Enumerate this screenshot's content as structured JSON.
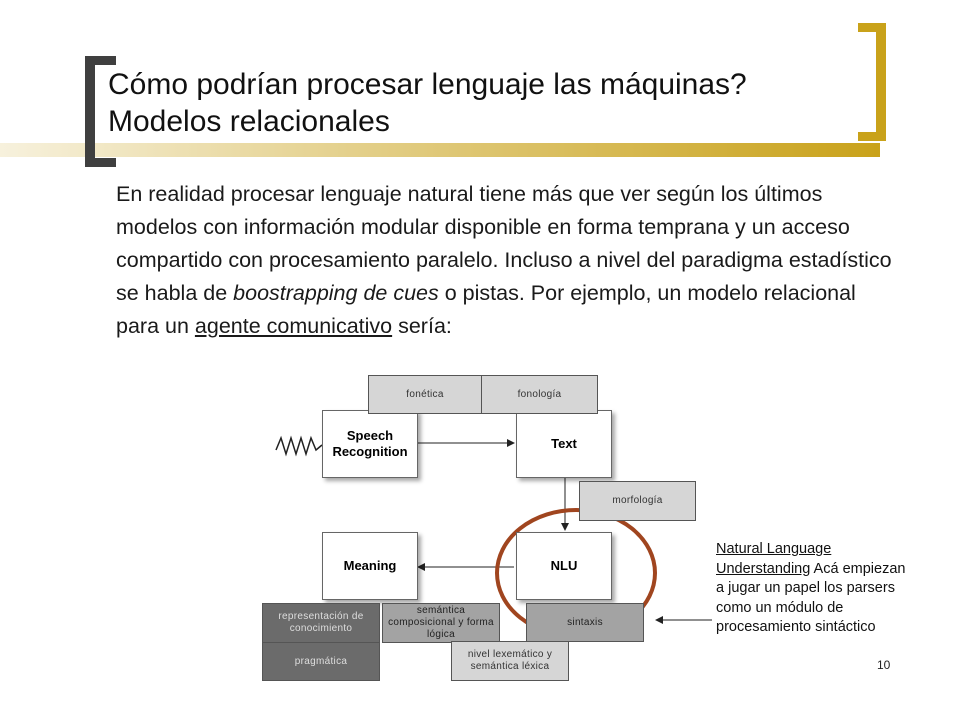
{
  "slide": {
    "title": "Cómo podrían procesar lenguaje las máquinas? Modelos relacionales",
    "body": {
      "p1": "En realidad procesar lenguaje natural tiene más que ver según los últimos modelos con información modular disponible en forma temprana y un acceso compartido con procesamiento paralelo. Incluso a nivel del paradigma estadístico se habla de ",
      "em": "boostrapping de cues",
      "p2": " o pistas. Por ejemplo, un modelo relacional para un ",
      "link": "agente comunicativo",
      "p3": " sería:"
    },
    "page_number": "10"
  },
  "diagram": {
    "modules": {
      "speech": "Speech Recognition",
      "text": "Text",
      "nlu": "NLU",
      "meaning": "Meaning"
    },
    "tags": {
      "fonetica": "fonética",
      "fonologia": "fonología",
      "morfologia": "morfología",
      "sintaxis": "sintaxis",
      "representacion": "representación de conocimiento",
      "pragmatica": "pragmática",
      "semantica": "semántica composicional y forma lógica",
      "nivel": "nivel lexemático y semántica léxica"
    },
    "note": {
      "underlined": "Natural Language Understanding",
      "rest": " Acá empiezan a jugar un papel los parsers como un módulo de procesamiento sintáctico"
    },
    "colors": {
      "circle": "#a0451f",
      "accent_gold": "#c9a21a"
    }
  }
}
